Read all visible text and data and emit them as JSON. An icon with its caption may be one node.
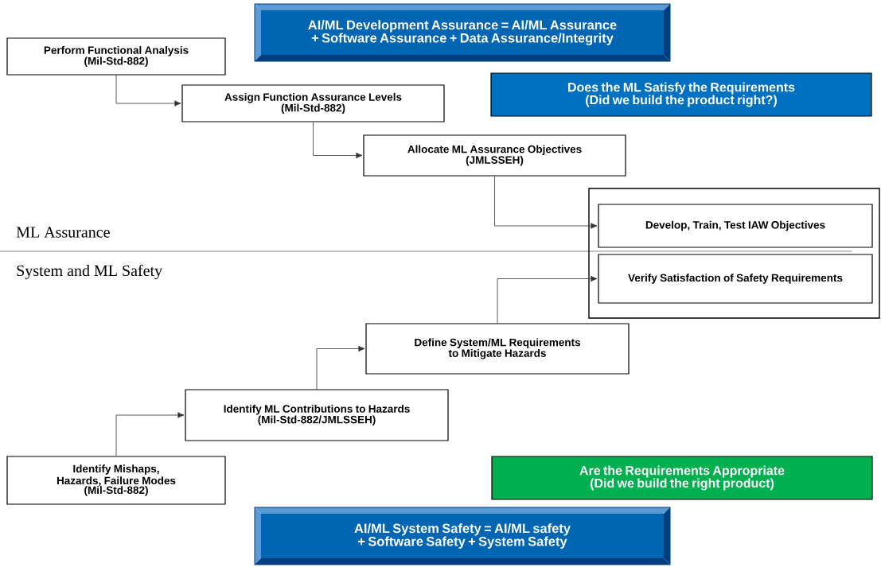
{
  "diagram": {
    "nodes": [
      {
        "text": [
          "AI/ML Development Assurance = AI/ML Assurance + Software Assurance + Data Assurance/Integrity"
        ]
      },
      {
        "text": [
          "Perform Functional Analysis",
          "(Mil-Std-882)"
        ]
      },
      {
        "text": [
          "Does the ML Satisfy the Requirements",
          "(Did we build the product right?)"
        ]
      },
      {
        "text": [
          "Assign Function Assurance Levels",
          "(Mil-Std-882)"
        ]
      },
      {
        "text": [
          "Allocate ML Assurance Objectives",
          "(JMLSSEH)"
        ]
      },
      {
        "text": [],
        "shape": "box"
      },
      {
        "text": [
          "Develop, Train, Test IAW Objectives"
        ],
        "in": 5
      },
      {
        "text": [
          "Verify Satisfaction of Safety Requirements"
        ],
        "in": 5
      },
      {
        "text": [
          "Define System/ML Requirements to Mitigate Hazards"
        ]
      },
      {
        "text": [
          "Identify ML Contributions to Hazards",
          "(Mil-Std-882/JMLSSEH)"
        ]
      },
      {
        "text": [
          "Identify Mishaps, Hazards, Failure Modes",
          "(Mil-Std-882)"
        ]
      },
      {
        "text": [
          "Are the Requirements Appropriate",
          "(Did we build the right product)"
        ]
      },
      {
        "text": [
          "AI/ML System Safety = AI/ML safety + Software Safety + System Safety"
        ]
      }
    ],
    "edges": [
      {
        "from": 1,
        "to": 3,
        "arrow": "to"
      },
      {
        "from": 3,
        "to": 4,
        "arrow": "to"
      },
      {
        "from": 4,
        "to": 6,
        "arrow": "to"
      },
      {
        "from": 10,
        "to": 9,
        "arrow": "to"
      },
      {
        "from": 9,
        "to": 8,
        "arrow": "to"
      },
      {
        "from": 8,
        "to": 7,
        "arrow": "to"
      }
    ],
    "labels": [
      "ML Assurance",
      "System and ML Safety"
    ]
  }
}
